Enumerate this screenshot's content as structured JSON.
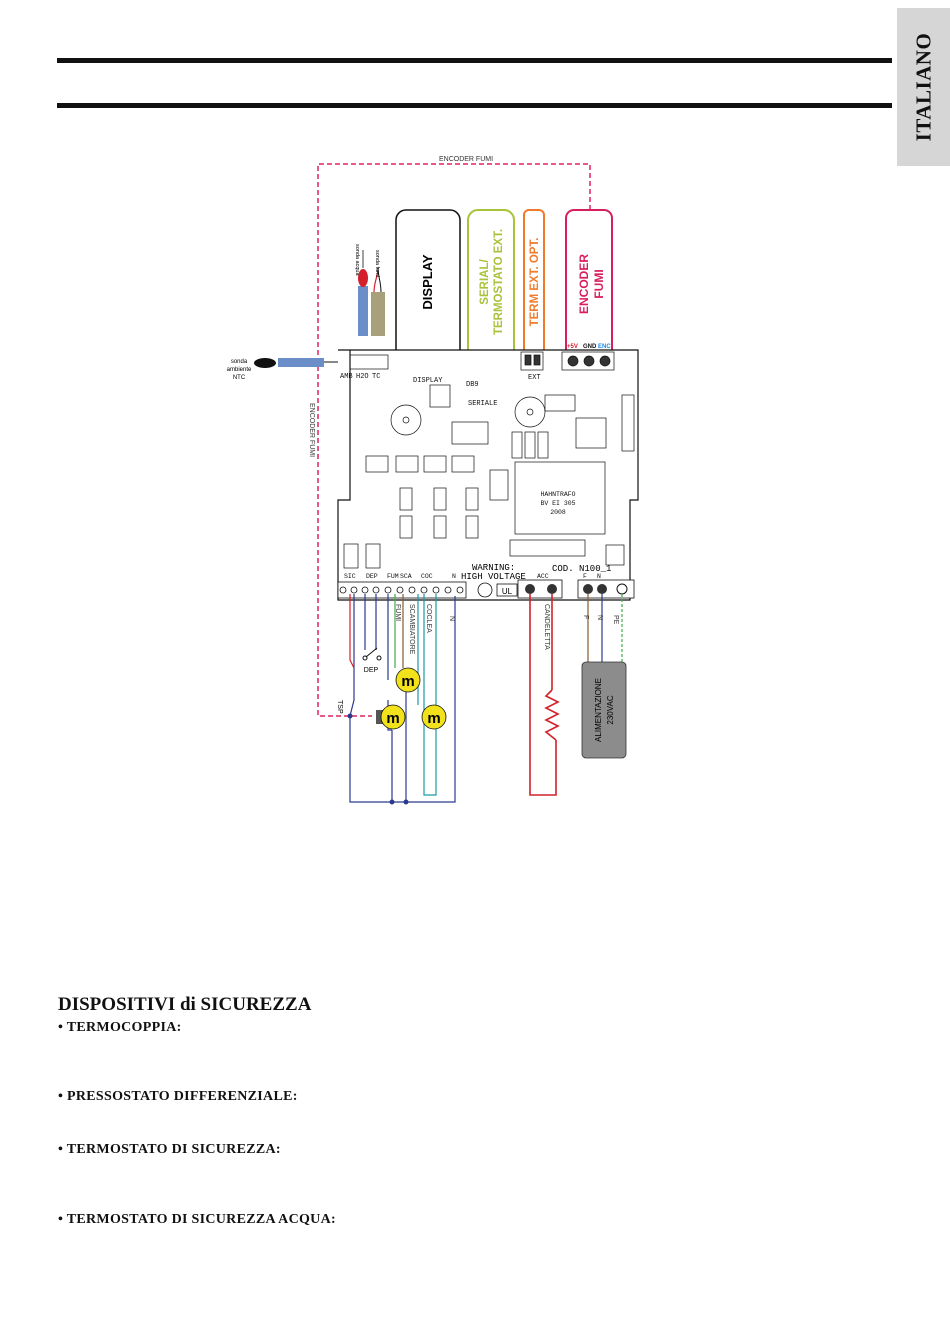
{
  "language_tab": "ITALIANO",
  "diagram": {
    "encoder_fumi_top": "ENCODER FUMI",
    "encoder_fumi_side": "ENCODER FUMI",
    "display": "DISPLAY",
    "serial": "SERIAL/",
    "serial2": "TERMOSTATO EXT.",
    "term_ext": "TERM EXT. OPT.",
    "encoder": "ENCODER",
    "encoder2": "FUMI",
    "pin_5v": "+5V",
    "pin_gnd": "GND",
    "pin_enc": "ENC",
    "sonda_acqua": "sonda acqua",
    "sonda_fumi": "sonda fumi",
    "sonda_ambiente": "sonda",
    "sonda_ambiente2": "ambiente",
    "sonda_ambiente3": "NTC",
    "h2o": "H2O",
    "tc": "TC",
    "amb": "AMB",
    "display_conn": "DISPLAY",
    "seriale": "SERIALE",
    "ext": "EXT",
    "db9": "DB9",
    "transformer": [
      "HAHNTRAFO",
      "BV EI 305",
      "2008"
    ],
    "warning": "WARNING:",
    "high_voltage": "HIGH VOLTAGE",
    "cod": "COD. N100_1",
    "ul": "UL",
    "term_sic": "SIC",
    "term_dep": "DEP",
    "term_fum": "FUM",
    "term_sca": "SCA",
    "term_coc": "COC",
    "term_n": "N",
    "term_acc": "ACC",
    "term_f": "F",
    "term_n2": "N",
    "fumi": "FUMI",
    "scambiatore": "SCAMBIATORE",
    "coclea": "COCLEA",
    "wire_n": "N",
    "dep": "DEP",
    "tsp": "TSP",
    "candeletta": "CANDELETTA",
    "f": "F",
    "n": "N",
    "pe": "PE",
    "alimentazione": "ALIMENTAZIONE",
    "voltage": "230VAC"
  },
  "safety": {
    "title": "DISPOSITIVI di SICUREZZA",
    "items": [
      "• TERMOCOPPIA:",
      "• PRESSOSTATO DIFFERENZIALE:",
      "• TERMOSTATO DI SICUREZZA:",
      "• TERMOSTATO DI SICUREZZA ACQUA:"
    ]
  },
  "colors": {
    "encoder_dashed": "#e0245e",
    "serial_box": "#a8c23a",
    "term_box": "#f07a2a",
    "encoder_box": "#d81e5b",
    "motor": "#f2e21c",
    "wire_red": "#d4202a",
    "wire_blue": "#2b3a8f",
    "wire_teal": "#1b9aa8",
    "wire_green": "#3fae49",
    "wire_brown": "#8a5a2b",
    "alimentazione": "#8c8c8c"
  }
}
